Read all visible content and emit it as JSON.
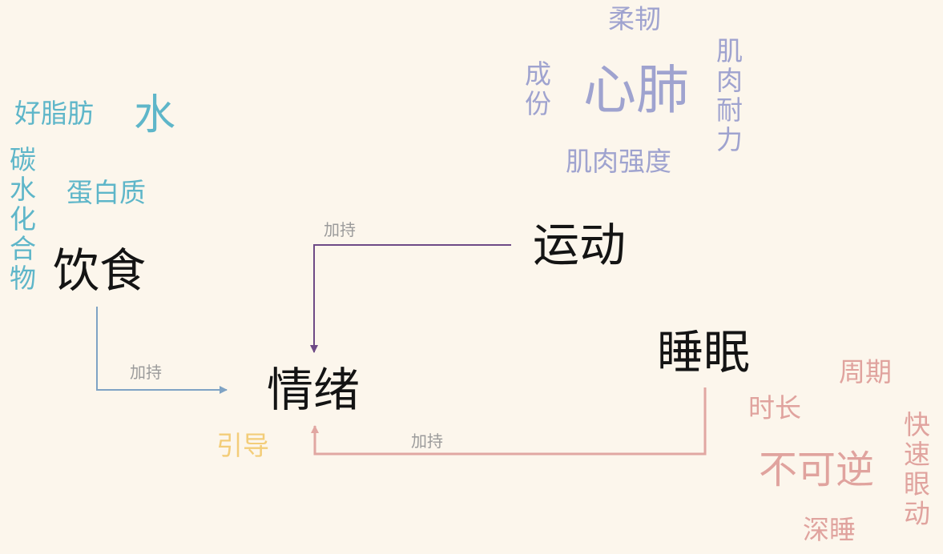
{
  "nodes": {
    "diet": "饮食",
    "sport": "运动",
    "sleep": "睡眠",
    "emotion": "情绪"
  },
  "edge_labels": {
    "diet_to_emotion": "加持",
    "sport_to_emotion": "加持",
    "sleep_to_emotion": "加持"
  },
  "diet_terms": {
    "good_fat": "好脂肪",
    "water": "水",
    "carbs": "碳水化合物",
    "protein": "蛋白质"
  },
  "sport_terms": {
    "flexibility": "柔韧",
    "composition": "成份",
    "cardio": "心肺",
    "endurance": "肌肉耐力",
    "strength": "肌肉强度"
  },
  "sleep_terms": {
    "cycle": "周期",
    "duration": "时长",
    "irreversible": "不可逆",
    "rem": "快速眼动",
    "deep_sleep": "深睡"
  },
  "emotion_terms": {
    "guide": "引导"
  },
  "colors": {
    "background": "#fcf6ec",
    "diet": "#5eb6c9",
    "sport": "#9fa3cf",
    "sleep": "#e0a39e",
    "guide": "#f3cd79",
    "diet_arrow": "#7fa3c4",
    "sport_arrow": "#6e4a86",
    "sleep_arrow": "#e1a7a2"
  }
}
